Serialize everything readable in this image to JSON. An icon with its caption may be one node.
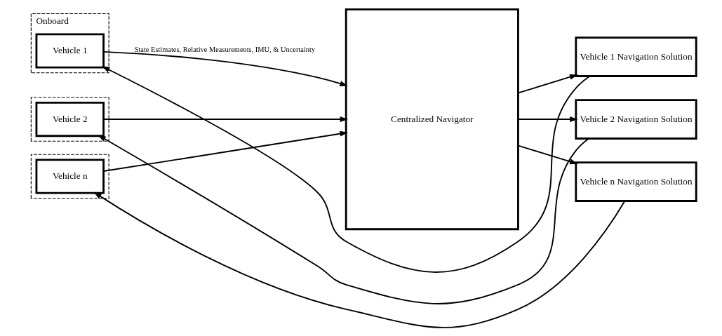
{
  "diagram": {
    "nodes": [
      {
        "text": [
          "Onboard"
        ]
      },
      {
        "text": [
          "Vehicle 1"
        ],
        "in": 0
      },
      {
        "text": [],
        "shape": "box"
      },
      {
        "text": [
          "Vehicle 2"
        ],
        "in": 2
      },
      {
        "text": [],
        "shape": "box"
      },
      {
        "text": [
          "Vehicle n"
        ],
        "in": 4
      },
      {
        "text": [
          "Centralized Navigator"
        ]
      },
      {
        "text": [
          "Vehicle 1 Navigation Solution"
        ]
      },
      {
        "text": [
          "Vehicle 2 Navigation Solution"
        ]
      },
      {
        "text": [
          "Vehicle n Navigation Solution"
        ]
      }
    ],
    "edges": [
      {
        "from": 1,
        "to": 6,
        "arrow": "to",
        "label": "State Estimates, Relative Measurements, IMU, & Uncertainty"
      },
      {
        "from": 3,
        "to": 6,
        "arrow": "to"
      },
      {
        "from": 5,
        "to": 6,
        "arrow": "to"
      },
      {
        "from": 6,
        "to": 7,
        "arrow": "to"
      },
      {
        "from": 6,
        "to": 8,
        "arrow": "to"
      },
      {
        "from": 6,
        "to": 9,
        "arrow": "to"
      },
      {
        "from": 7,
        "to": 1,
        "arrow": "to"
      },
      {
        "from": 8,
        "to": 3,
        "arrow": "to"
      },
      {
        "from": 9,
        "to": 5,
        "arrow": "to"
      }
    ]
  }
}
